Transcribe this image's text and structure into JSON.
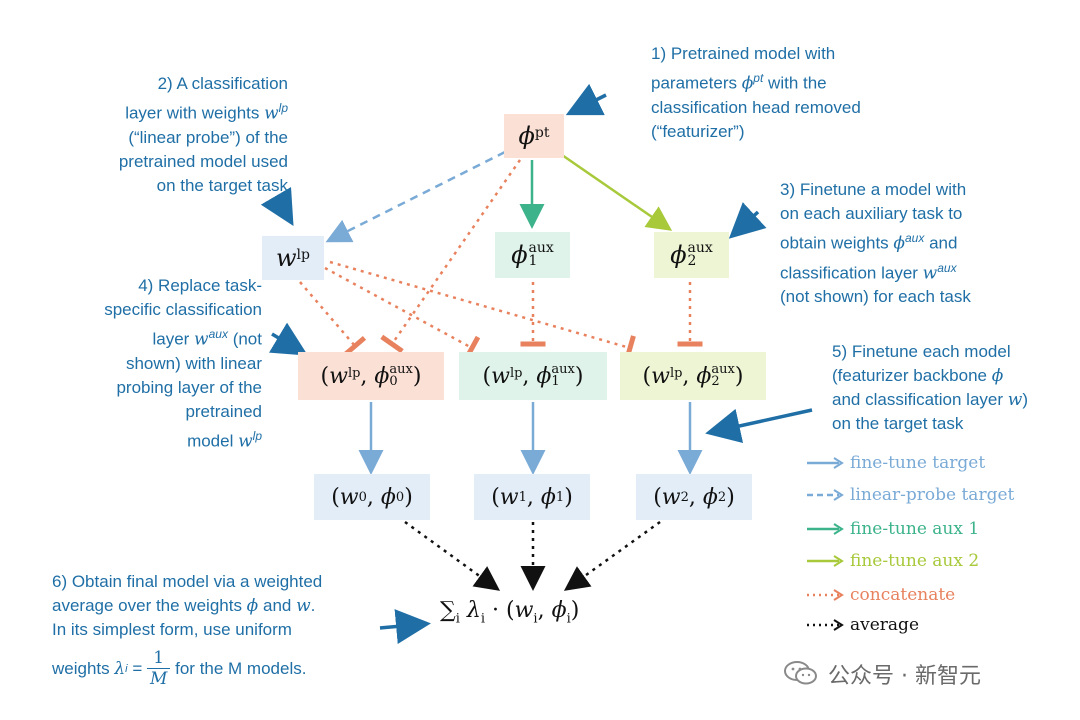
{
  "nodes": {
    "pretrained": "ϕ^pt",
    "linear_probe": "w^lp",
    "aux1": "ϕ₁^aux",
    "aux2": "ϕ₂^aux",
    "concat0": "(w^lp, ϕ₀^aux)",
    "concat1": "(w^lp, ϕ₁^aux)",
    "concat2": "(w^lp, ϕ₂^aux)",
    "final0": "(w₀, ϕ₀)",
    "final1": "(w₁, ϕ₁)",
    "final2": "(w₂, ϕ₂)",
    "average": "∑ᵢ λᵢ · (wᵢ, ϕᵢ)"
  },
  "annotations": {
    "step1": [
      "1) Pretrained model with",
      "parameters ϕ^pt with the",
      "classification head removed",
      "(“featurizer”)"
    ],
    "step2": [
      "2) A classification",
      "layer with weights w^lp",
      "(“linear probe”) of the",
      "pretrained model used",
      "on the target task"
    ],
    "step3": [
      "3) Finetune a model with",
      "on each auxiliary task to",
      "obtain weights ϕ^aux and",
      "classification layer w^aux",
      "(not shown) for each task"
    ],
    "step4": [
      "4) Replace task-",
      "specific classification",
      "layer w^aux (not",
      "shown) with linear",
      "probing layer of the",
      "pretrained",
      "model w^lp"
    ],
    "step5": [
      "5) Finetune each  model",
      "(featurizer backbone ϕ",
      "and classification layer w)",
      "on the target task"
    ],
    "step6": [
      "6) Obtain final model via a weighted",
      "average over the weights ϕ and w.",
      "In its simplest form, use uniform",
      "weights λᵢ = 1/M for the M models."
    ]
  },
  "legend": [
    {
      "label": "fine-tune target",
      "color": "#7aaad6",
      "style": "solid"
    },
    {
      "label": "linear-probe target",
      "color": "#7aaad6",
      "style": "dashed"
    },
    {
      "label": "fine-tune aux 1",
      "color": "#3cb38a",
      "style": "solid"
    },
    {
      "label": "fine-tune aux 2",
      "color": "#a7c93a",
      "style": "solid"
    },
    {
      "label": "concatenate",
      "color": "#e8825e",
      "style": "dotted"
    },
    {
      "label": "average",
      "color": "#111111",
      "style": "dotted"
    }
  ],
  "watermark": "公众号 · 新智元",
  "colors": {
    "annotation": "#1f6fa6",
    "pretrained_bg": "#fbe0d6",
    "lp_bg": "#e3edf8",
    "aux1_bg": "#dff3ea",
    "aux2_bg": "#eef5d4",
    "final_bg": "#e3edf8"
  }
}
